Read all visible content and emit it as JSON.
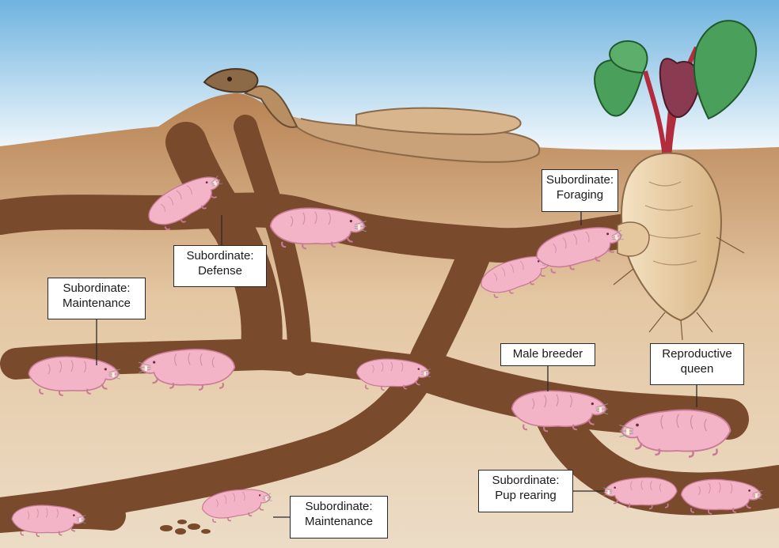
{
  "labels": {
    "foraging": {
      "line1": "Subordinate:",
      "line2": "Foraging"
    },
    "defense": {
      "line1": "Subordinate:",
      "line2": "Defense"
    },
    "maintenance_1": {
      "line1": "Subordinate:",
      "line2": "Maintenance"
    },
    "maintenance_2": {
      "line1": "Subordinate:",
      "line2": "Maintenance"
    },
    "male_breeder": {
      "line1": "Male breeder"
    },
    "queen": {
      "line1": "Reproductive",
      "line2": "queen"
    },
    "pup_rearing": {
      "line1": "Subordinate:",
      "line2": "Pup rearing"
    }
  },
  "colors": {
    "sky_top": "#6fb3df",
    "sky_bottom": "#ffffff",
    "soil_surface": "#b88253",
    "soil_deep": "#ead7bd",
    "tunnel": "#7a4a2c",
    "mole_rat": "#f3b4c8",
    "snake": "#c9a27a",
    "tuber": "#e9cfa5",
    "leaf": "#3f9a4e",
    "leaf_dark": "#7a3a4a"
  },
  "icons": [
    "snake-icon",
    "plant-icon",
    "tuber-icon",
    "mole-rat-icon"
  ]
}
